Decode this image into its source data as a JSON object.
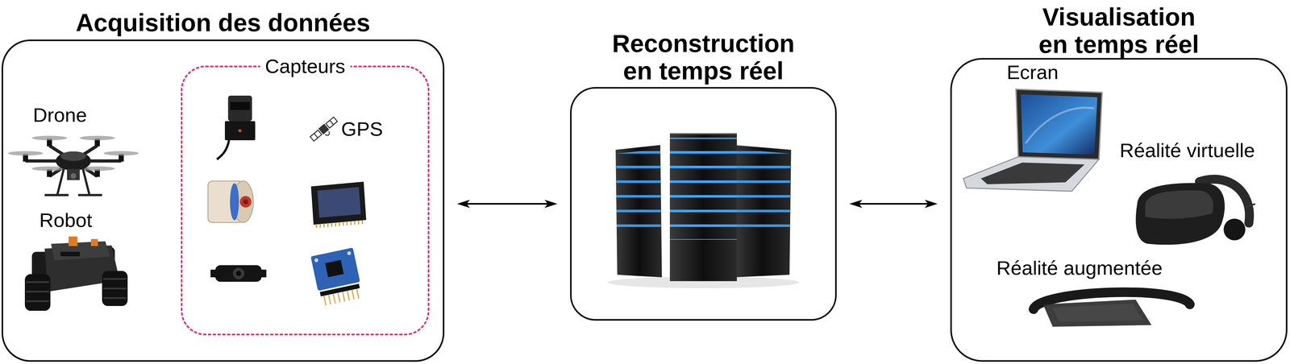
{
  "diagram": {
    "nodes": [
      {
        "text": [
          "Acquisition des données"
        ]
      },
      {
        "text": [
          "Capteurs"
        ],
        "in": 0
      },
      {
        "text": [
          "Reconstruction en temps réel"
        ]
      },
      {
        "text": [
          "Visualisation en temps réel"
        ]
      }
    ],
    "edges": [
      {
        "from": 0,
        "to": 2,
        "arrow": "both"
      },
      {
        "from": 2,
        "to": 3,
        "arrow": "both"
      }
    ],
    "labels": [
      "Drone",
      "Robot",
      "GPS",
      "Ecran",
      "Réalité virtuelle",
      "Réalité augmentée"
    ]
  }
}
